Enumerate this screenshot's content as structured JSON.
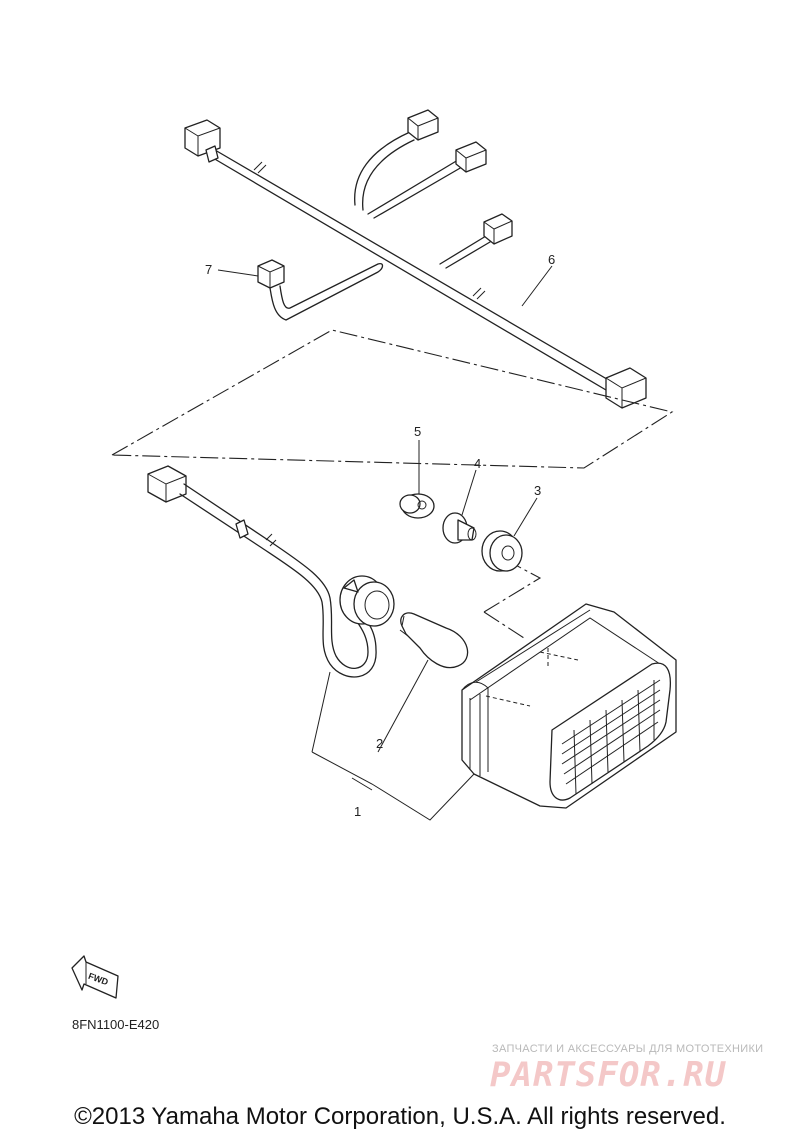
{
  "callouts": [
    {
      "id": "1",
      "label": "1"
    },
    {
      "id": "2",
      "label": "2"
    },
    {
      "id": "3",
      "label": "3"
    },
    {
      "id": "4",
      "label": "4"
    },
    {
      "id": "5",
      "label": "5"
    },
    {
      "id": "6",
      "label": "6"
    },
    {
      "id": "7",
      "label": "7"
    }
  ],
  "fwd_symbol": "FWD",
  "diagram_code": "8FN1100-E420",
  "watermark": {
    "tagline": "ЗАПЧАСТИ И АКСЕССУАРЫ ДЛЯ МОТОТЕХНИКИ",
    "brand": "PARTSFOR.RU"
  },
  "copyright": "©2013 Yamaha Motor Corporation, U.S.A. All rights reserved."
}
